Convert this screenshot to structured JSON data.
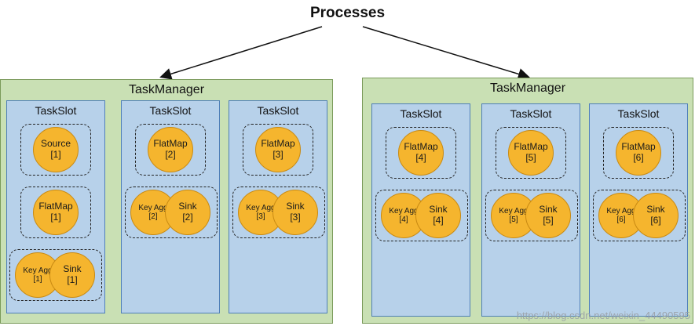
{
  "title": "Processes",
  "taskmanagers": [
    {
      "label": "TaskManager",
      "slots": [
        {
          "label": "TaskSlot",
          "groups": [
            {
              "ops": [
                {
                  "name": "Source",
                  "idx": "[1]"
                }
              ]
            },
            {
              "ops": [
                {
                  "name": "FlatMap",
                  "idx": "[1]"
                }
              ]
            },
            {
              "ops": [
                {
                  "name": "Key Agg",
                  "idx": "[1]"
                },
                {
                  "name": "Sink",
                  "idx": "[1]"
                }
              ]
            }
          ]
        },
        {
          "label": "TaskSlot",
          "groups": [
            {
              "ops": [
                {
                  "name": "FlatMap",
                  "idx": "[2]"
                }
              ]
            },
            {
              "ops": [
                {
                  "name": "Key Agg",
                  "idx": "[2]"
                },
                {
                  "name": "Sink",
                  "idx": "[2]"
                }
              ]
            }
          ]
        },
        {
          "label": "TaskSlot",
          "groups": [
            {
              "ops": [
                {
                  "name": "FlatMap",
                  "idx": "[3]"
                }
              ]
            },
            {
              "ops": [
                {
                  "name": "Key Agg",
                  "idx": "[3]"
                },
                {
                  "name": "Sink",
                  "idx": "[3]"
                }
              ]
            }
          ]
        }
      ]
    },
    {
      "label": "TaskManager",
      "slots": [
        {
          "label": "TaskSlot",
          "groups": [
            {
              "ops": [
                {
                  "name": "FlatMap",
                  "idx": "[4]"
                }
              ]
            },
            {
              "ops": [
                {
                  "name": "Key Agg",
                  "idx": "[4]"
                },
                {
                  "name": "Sink",
                  "idx": "[4]"
                }
              ]
            }
          ]
        },
        {
          "label": "TaskSlot",
          "groups": [
            {
              "ops": [
                {
                  "name": "FlatMap",
                  "idx": "[5]"
                }
              ]
            },
            {
              "ops": [
                {
                  "name": "Key Agg",
                  "idx": "[5]"
                },
                {
                  "name": "Sink",
                  "idx": "[5]"
                }
              ]
            }
          ]
        },
        {
          "label": "TaskSlot",
          "groups": [
            {
              "ops": [
                {
                  "name": "FlatMap",
                  "idx": "[6]"
                }
              ]
            },
            {
              "ops": [
                {
                  "name": "Key Agg",
                  "idx": "[6]"
                },
                {
                  "name": "Sink",
                  "idx": "[6]"
                }
              ]
            }
          ]
        }
      ]
    }
  ],
  "watermark": "https://blog.csdn.net/weixin_44490595",
  "colors": {
    "taskmanager": "#c9e0b4",
    "taskslot": "#b7d1ea",
    "operator": "#f5b52e"
  }
}
